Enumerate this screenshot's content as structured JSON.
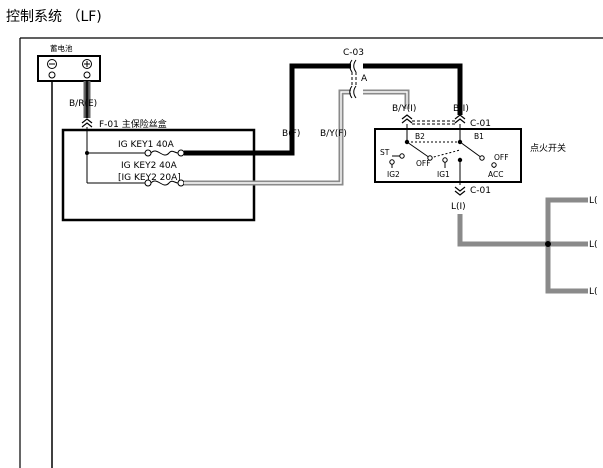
{
  "page": {
    "title": "控制系统 （LF)"
  },
  "battery": {
    "label": "蓄电池",
    "neg": "⊖",
    "pos": "⊕"
  },
  "wires": {
    "battery_out": "B/R(E)",
    "main": "B(F)",
    "key2": "B/Y(F)",
    "c03_b": "B(I)",
    "c03_by": "B/Y(I)",
    "switch_out": "L(I)"
  },
  "fuse_box": {
    "label": "F-01  主保险丝盒",
    "ig_key1": "IG KEY1 40A",
    "ig_key2": "IG KEY2 40A",
    "ig_key2b": "[IG KEY2 20A]"
  },
  "connectors": {
    "c03": "C-03",
    "c03_pin": "A",
    "c01_top": "C-01",
    "c01_bottom": "C-01"
  },
  "ignition_switch": {
    "label": "点火开关",
    "b1": "B1",
    "b2": "B2",
    "st": "ST",
    "off_left": "OFF",
    "off_right": "OFF",
    "ig2": "IG2",
    "ig1": "IG1",
    "acc": "ACC"
  },
  "outputs": [
    "L(",
    "L(",
    "L("
  ],
  "colors": {
    "wire_black": "#000000",
    "wire_gray": "#8a8a8a",
    "ink": "#000000"
  }
}
